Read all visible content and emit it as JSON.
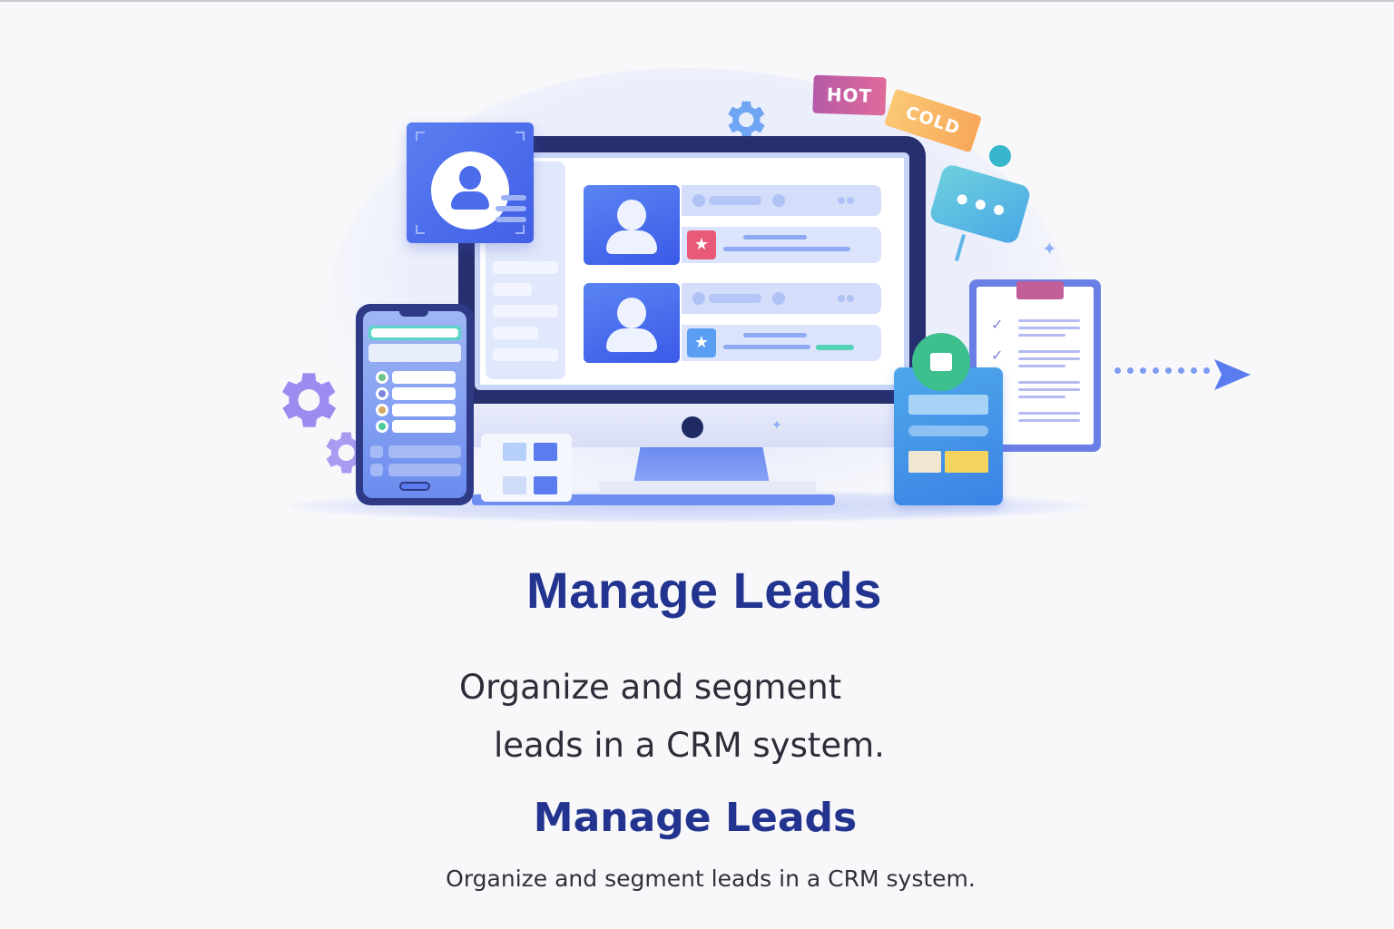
{
  "hero": {
    "tags": {
      "hot": "HOT",
      "cold": "COLD"
    },
    "lead_badges": [
      "star-icon",
      "star-icon"
    ],
    "colors": {
      "primary_blue": "#4b6ceb",
      "monitor_frame": "#27306f",
      "hot_tag": "#d0649f",
      "cold_tag": "#f9b867",
      "chat_teal": "#5cbfe2",
      "gear_purple": "#9b8df0",
      "check_green": "#3dbf8e",
      "arrow_blue": "#5a7cee"
    }
  },
  "content": {
    "title": "Manage Leads",
    "subtitle_line1": "Organize and segment",
    "subtitle_line2": "leads in a CRM system.",
    "title_repeat": "Manage Leads",
    "subtitle_full": "Organize and segment leads in a CRM system.",
    "title_color": "#22348f",
    "body_color": "#2b2d38"
  }
}
